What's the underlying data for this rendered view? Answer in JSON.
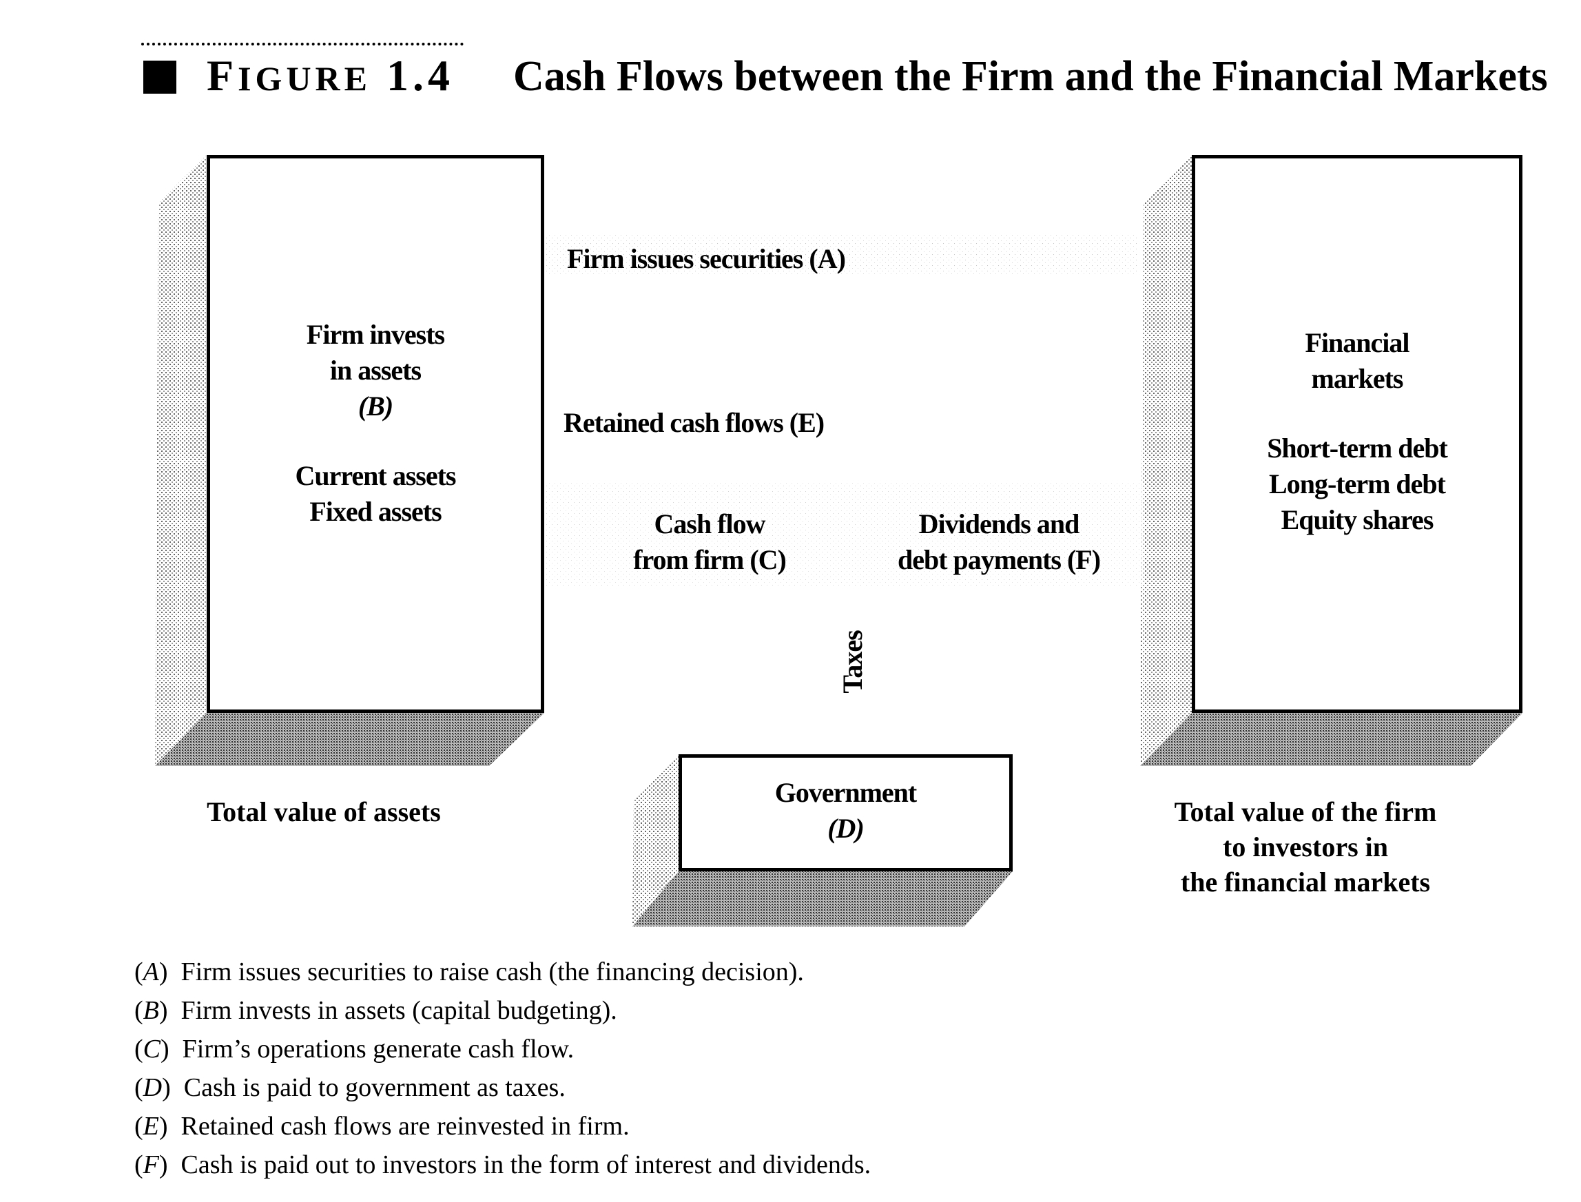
{
  "header": {
    "figure_label_first": "F",
    "figure_label_rest": "IGURE",
    "figure_number": "1.4",
    "title": "Cash Flows between the Firm and the Financial Markets"
  },
  "firm_box": {
    "line1": "Firm invests",
    "line2": "in assets",
    "line3": "(B)",
    "line4": "Current assets",
    "line5": "Fixed assets"
  },
  "markets_box": {
    "line1": "Financial",
    "line2": "markets",
    "line3": "Short-term debt",
    "line4": "Long-term debt",
    "line5": "Equity shares"
  },
  "government_box": {
    "line1": "Government",
    "line2": "(D)"
  },
  "flows": {
    "a": "Firm issues securities (A)",
    "e": "Retained cash flows (E)",
    "c_line1": "Cash flow",
    "c_line2": "from firm (C)",
    "f_line1": "Dividends and",
    "f_line2": "debt payments (F)",
    "taxes": "Taxes"
  },
  "captions": {
    "assets": "Total value of assets",
    "firm_line1": "Total value of the firm",
    "firm_line2": "to investors in",
    "firm_line3": "the financial markets"
  },
  "legend": [
    {
      "key": "A",
      "text": "Firm issues securities to raise cash (the financing decision)."
    },
    {
      "key": "B",
      "text": "Firm invests in assets (capital budgeting)."
    },
    {
      "key": "C",
      "text": "Firm’s operations generate cash flow."
    },
    {
      "key": "D",
      "text": "Cash is paid to government as taxes."
    },
    {
      "key": "E",
      "text": "Retained cash flows are reinvested in firm."
    },
    {
      "key": "F",
      "text": "Cash is paid out to investors in the form of interest and dividends."
    }
  ]
}
